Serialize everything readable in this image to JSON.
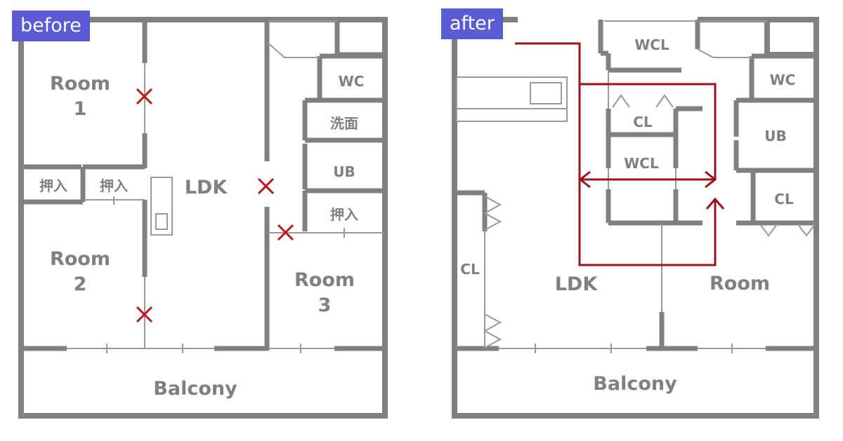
{
  "before": {
    "tag": "before",
    "rooms": {
      "room1": [
        "Room",
        "1"
      ],
      "room2": [
        "Room",
        "2"
      ],
      "room3": [
        "Room",
        "3"
      ],
      "ldk": "LDK",
      "balcony": "Balcony",
      "wc": "WC",
      "washroom": "洗面",
      "ub": "UB",
      "closet_a": "押入",
      "closet_b": "押入",
      "closet_c": "押入"
    }
  },
  "after": {
    "tag": "after",
    "rooms": {
      "wcl_top": "WCL",
      "wcl_mid": "WCL",
      "cl_mid": "CL",
      "cl_left": "CL",
      "cl_right": "CL",
      "wc": "WC",
      "ub": "UB",
      "ldk": "LDK",
      "room": "Room",
      "balcony": "Balcony"
    }
  },
  "colors": {
    "wall": "#808080",
    "thin_line": "#999999",
    "removed_mark": "#c0141c",
    "flow_line": "#a01018",
    "tag_background": "#5b5bd6",
    "tag_text": "#ffffff"
  }
}
